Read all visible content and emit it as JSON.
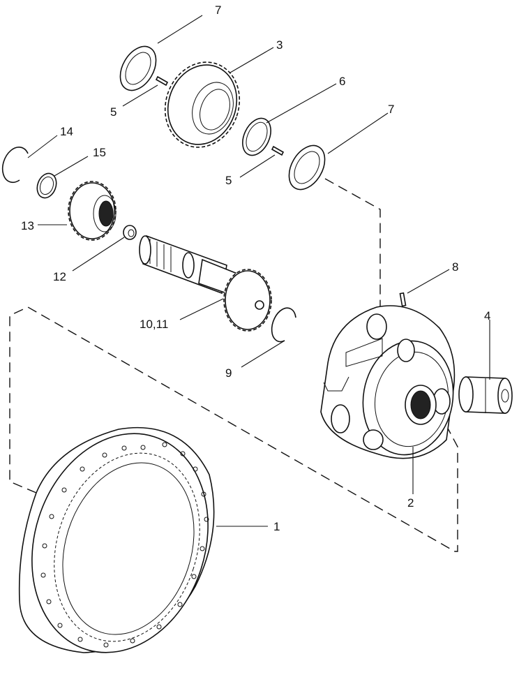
{
  "callouts": {
    "c1": "1",
    "c2": "2",
    "c3": "3",
    "c4": "4",
    "c5a": "5",
    "c5b": "5",
    "c6": "6",
    "c7a": "7",
    "c7b": "7",
    "c8": "8",
    "c9": "9",
    "c10_11": "10,11",
    "c12": "12",
    "c13": "13",
    "c14": "14",
    "c15": "15"
  }
}
